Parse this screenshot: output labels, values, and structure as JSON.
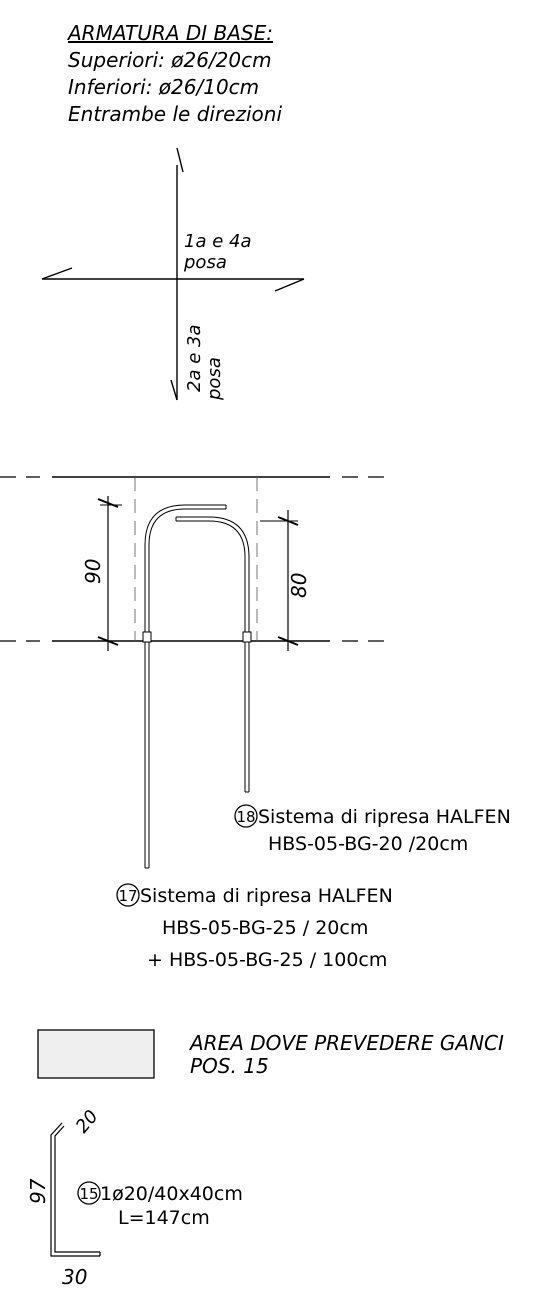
{
  "header": {
    "title": "ARMATURA DI BASE:",
    "line1": "Superiori: ø26/20cm",
    "line2": "Inferiori: ø26/10cm",
    "line3": "Entrambe le direzioni"
  },
  "layers": {
    "layer_1_4_line1": "1a e 4a",
    "layer_1_4_line2": "posa",
    "layer_2_3_line1": "2a e 3a",
    "layer_2_3_line2": "posa"
  },
  "section": {
    "dim_left": "90",
    "dim_right": "80"
  },
  "callouts": {
    "c18": {
      "number": "18",
      "line1": "Sistema di ripresa HALFEN",
      "line2": "HBS-05-BG-20 /20cm"
    },
    "c17": {
      "number": "17",
      "line1": "Sistema di ripresa HALFEN",
      "line2": "HBS-05-BG-25 / 20cm",
      "line3": "+ HBS-05-BG-25 / 100cm"
    }
  },
  "legend": {
    "line1": "AREA DOVE PREVEDERE GANCI",
    "line2": "POS. 15"
  },
  "bar15": {
    "number": "15",
    "line1": "1ø20/40x40cm",
    "line2": "L=147cm",
    "dim_height": "97",
    "dim_hook_top": "20",
    "dim_foot": "30"
  }
}
